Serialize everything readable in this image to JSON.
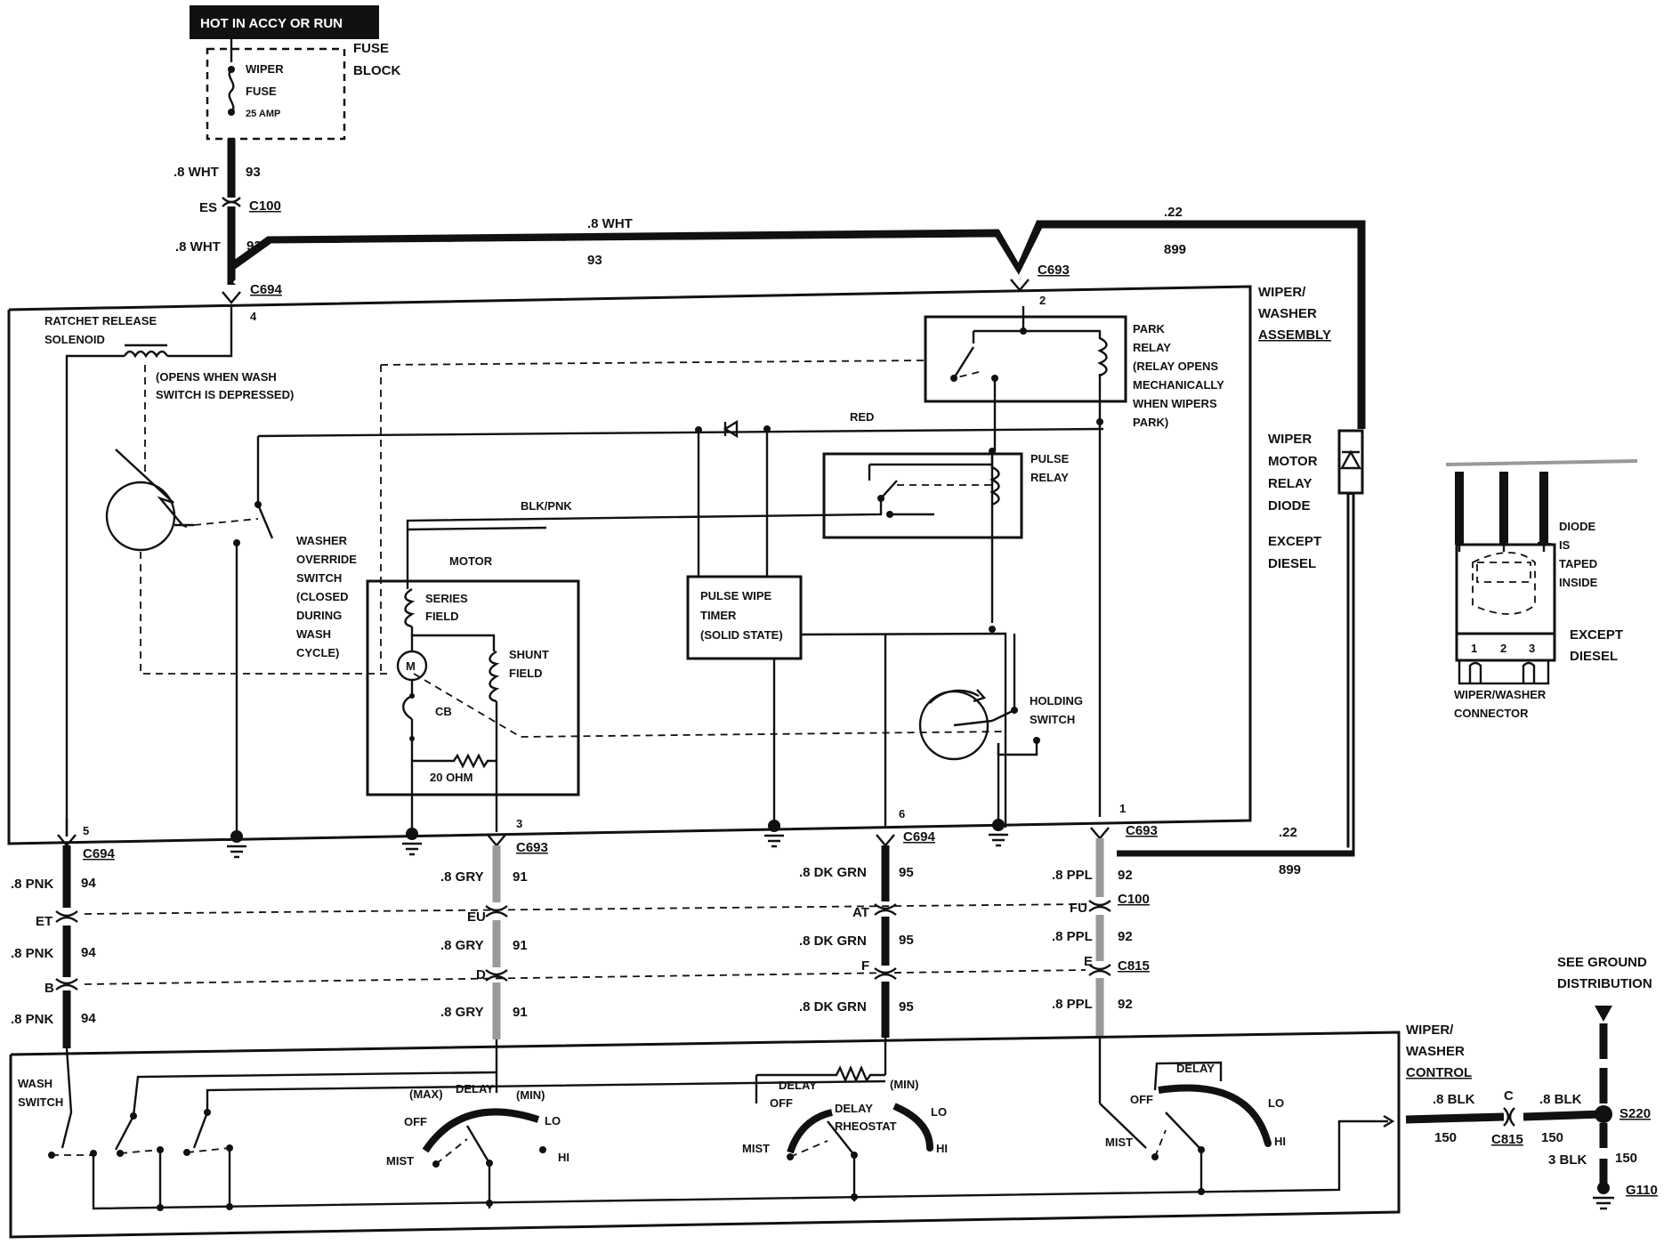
{
  "header": {
    "hot_label": "HOT IN ACCY OR RUN"
  },
  "fuse": {
    "block_line1": "FUSE",
    "block_line2": "BLOCK",
    "name_line1": "WIPER",
    "name_line2": "FUSE",
    "rating": "25 AMP"
  },
  "top": {
    "w1_gauge": ".8 WHT",
    "w1_circuit": "93",
    "es_pin": "ES",
    "c100": "C100",
    "w2_gauge": ".8 WHT",
    "w2_circuit": "93",
    "w3_gauge": ".8 WHT",
    "w3_circuit": "93",
    "c694": "C694",
    "pin4": "4",
    "c693_top": "C693",
    "pin2": "2",
    "r22": ".22",
    "r899": "899"
  },
  "assembly": {
    "title_1": "WIPER/",
    "title_2": "WASHER",
    "title_3": "ASSEMBLY",
    "ratchet_1": "RATCHET RELEASE",
    "ratchet_2": "SOLENOID",
    "opens_1": "(OPENS WHEN WASH",
    "opens_2": "SWITCH IS DEPRESSED)",
    "washer_1": "WASHER",
    "washer_2": "OVERRIDE",
    "washer_3": "SWITCH",
    "washer_4": "(CLOSED",
    "washer_5": "DURING",
    "washer_6": "WASH",
    "washer_7": "CYCLE)",
    "motor": "MOTOR",
    "series_1": "SERIES",
    "series_2": "FIELD",
    "shunt_1": "SHUNT",
    "shunt_2": "FIELD",
    "m": "M",
    "cb": "CB",
    "ohm": "20 OHM",
    "pulse_wipe_1": "PULSE WIPE",
    "pulse_wipe_2": "TIMER",
    "pulse_wipe_3": "(SOLID STATE)",
    "red": "RED",
    "blk_pnk": "BLK/PNK",
    "park_1": "PARK",
    "park_2": "RELAY",
    "park_3": "(RELAY OPENS",
    "park_4": "MECHANICALLY",
    "park_5": "WHEN WIPERS",
    "park_6": "PARK)",
    "pulse_relay_1": "PULSE",
    "pulse_relay_2": "RELAY",
    "holding_1": "HOLDING",
    "holding_2": "SWITCH"
  },
  "diode": {
    "l1": "WIPER",
    "l2": "MOTOR",
    "l3": "RELAY",
    "l4": "DIODE",
    "l5": "EXCEPT",
    "l6": "DIESEL"
  },
  "inset": {
    "taped_1": "DIODE",
    "taped_2": "IS",
    "taped_3": "TAPED",
    "taped_4": "INSIDE",
    "except_1": "EXCEPT",
    "except_2": "DIESEL",
    "pin1": "1",
    "pin2": "2",
    "pin3": "3",
    "conn_1": "WIPER/WASHER",
    "conn_2": "CONNECTOR"
  },
  "harness": {
    "pin5": "5",
    "pin3": "3",
    "pin6": "6",
    "pin1": "1",
    "c694_a": "C694",
    "c693_a": "C693",
    "c694_b": "C694",
    "c693_b": "C693",
    "pnk_g": ".8 PNK",
    "pnk_c": "94",
    "gry_g": ".8 GRY",
    "gry_c": "91",
    "grn_g": ".8 DK GRN",
    "grn_c": "95",
    "ppl_g": ".8 PPL",
    "ppl_c": "92",
    "et": "ET",
    "eu": "EU",
    "at": "AT",
    "fu": "FU",
    "c100": "C100",
    "b": "B",
    "d": "D",
    "f": "F",
    "e": "E",
    "c815": "C815",
    "r22": ".22",
    "r899": "899"
  },
  "control": {
    "title_1": "WIPER/",
    "title_2": "WASHER",
    "title_3": "CONTROL",
    "wash_1": "WASH",
    "wash_2": "SWITCH",
    "max": "(MAX)",
    "delay": "DELAY",
    "min": "(MIN)",
    "off": "OFF",
    "lo": "LO",
    "hi": "HI",
    "mist": "MIST",
    "rheo_1": "DELAY",
    "rheo_2": "RHEOSTAT"
  },
  "ground": {
    "see_1": "SEE GROUND",
    "see_2": "DISTRIBUTION",
    "blk1_g": ".8 BLK",
    "blk1_c": "150",
    "c_pin": "C",
    "c815": "C815",
    "blk2_g": ".8 BLK",
    "blk2_c": "150",
    "blk3_g": "3 BLK",
    "blk3_c": "150",
    "s220": "S220",
    "g110": "G110"
  }
}
